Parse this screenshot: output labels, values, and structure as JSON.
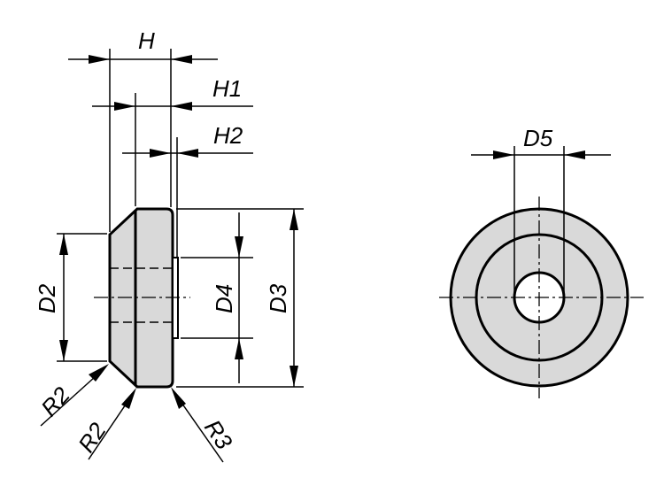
{
  "labels": {
    "H": "H",
    "H1": "H1",
    "H2": "H2",
    "D2": "D2",
    "D3": "D3",
    "D4": "D4",
    "D5": "D5",
    "R2_upper": "R2",
    "R2_lower": "R2",
    "R3": "R3"
  },
  "colors": {
    "fill": "#d9d9d9",
    "line": "#000000",
    "background": "#ffffff"
  }
}
